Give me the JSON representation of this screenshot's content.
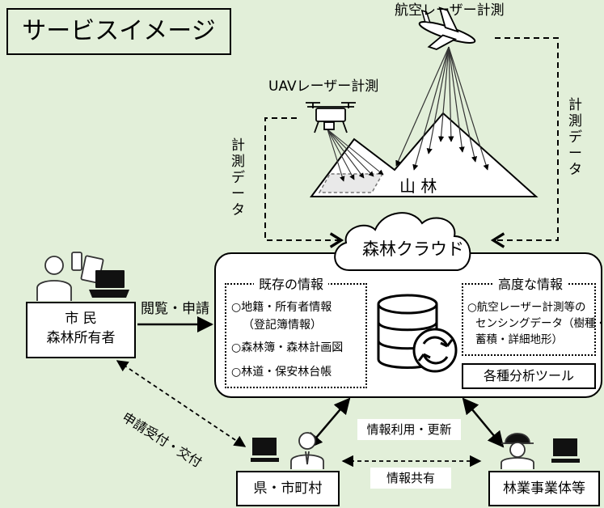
{
  "title": "サービスイメージ",
  "airborne_label": "航空レーザー計測",
  "uav_label": "UAVレーザー計測",
  "measure_left": "計測データ",
  "measure_right": "計測データ",
  "mountain_label": "山 林",
  "cloud_label": "森林クラウド",
  "existing": {
    "heading": "既存の情報",
    "items": [
      "○地籍・所有者情報",
      "（登記簿情報）",
      "○森林簿・森林計画図",
      "○林道・保安林台帳"
    ]
  },
  "advanced": {
    "heading": "高度な情報",
    "lines": [
      "○航空レーザー計測等の",
      "センシングデータ（樹種・",
      "蓄積・詳細地形）"
    ]
  },
  "tools_label": "各種分析ツール",
  "citizen": {
    "line1": "市 民",
    "line2": "森林所有者"
  },
  "browse_apply": "閲覧・申請",
  "apply_accept": "申請受付・交付",
  "info_use": "情報利用・更新",
  "info_share": "情報共有",
  "prefecture": "県・市町村",
  "forestry": "林業事業体等"
}
